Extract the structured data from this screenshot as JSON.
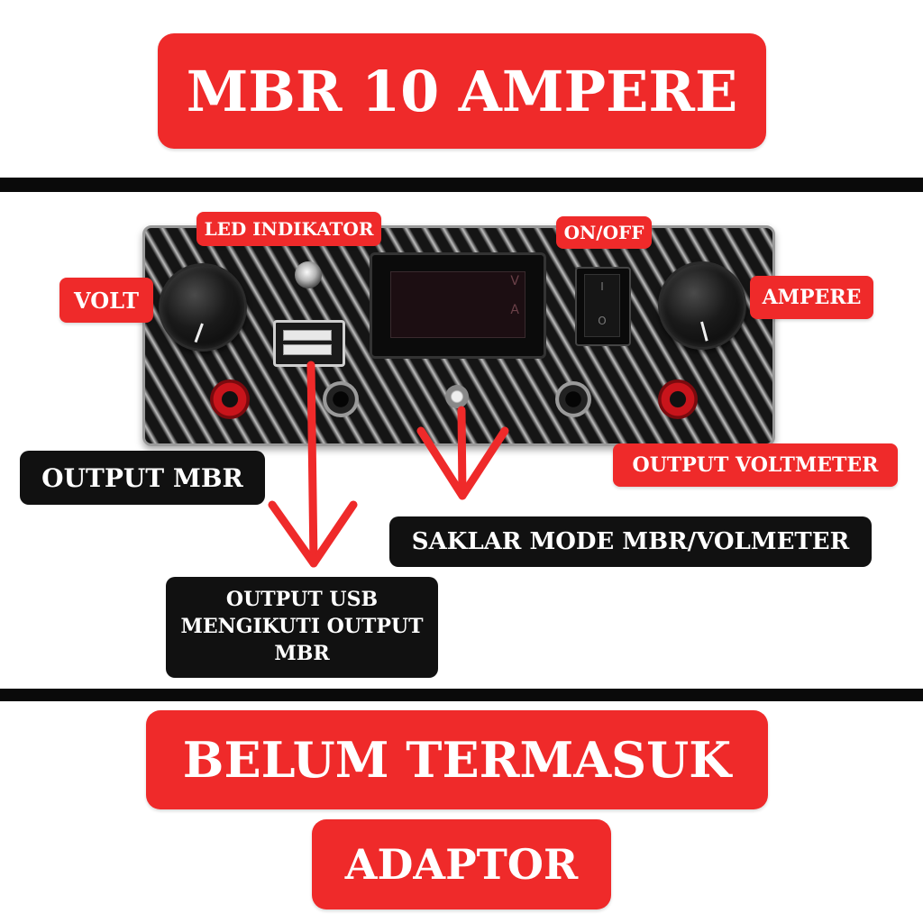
{
  "header": {
    "title": "MBR 10 AMPERE"
  },
  "labels": {
    "led_indikator": "LED INDIKATOR",
    "on_off": "ON/OFF",
    "volt": "VOLT",
    "ampere": "AMPERE",
    "output_mbr": "OUTPUT MBR",
    "output_voltmeter": "OUTPUT VOLTMETER",
    "saklar_mode": "SAKLAR MODE MBR/VOLMETER",
    "output_usb_line1": "OUTPUT USB",
    "output_usb_line2": "MENGIKUTI OUTPUT",
    "output_usb_line3": "MBR"
  },
  "display": {
    "unit_v": "V",
    "unit_a": "A"
  },
  "switch": {
    "on_symbol": "I",
    "off_symbol": "O"
  },
  "footer": {
    "line1": "BELUM TERMASUK",
    "line2": "ADAPTOR"
  },
  "colors": {
    "label_red": "#ef2a2a",
    "label_black": "#111111",
    "arrow_red": "#ef2a2a"
  }
}
